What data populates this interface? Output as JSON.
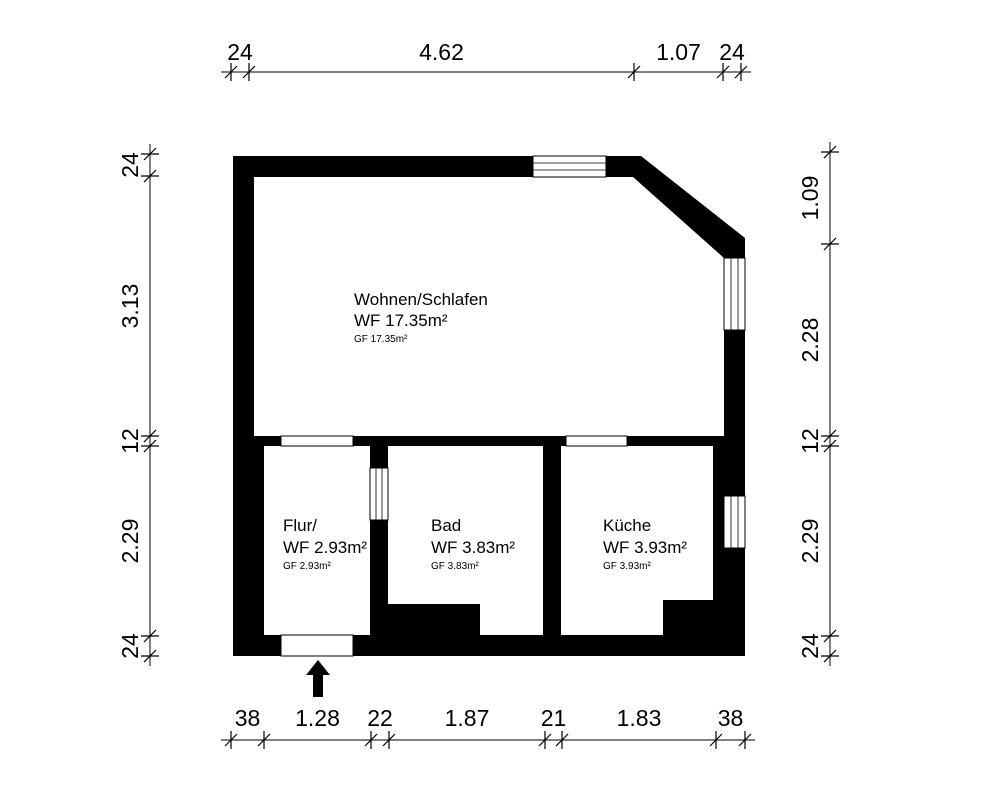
{
  "dimensions": {
    "top": [
      "24",
      "4.62",
      "1.07",
      "24"
    ],
    "bottom": [
      "38",
      "1.28",
      "22",
      "1.87",
      "21",
      "1.83",
      "38"
    ],
    "left": [
      "24",
      "3.13",
      "12",
      "2.29",
      "24"
    ],
    "right": [
      "1.09",
      "2.28",
      "12",
      "2.29",
      "24"
    ]
  },
  "rooms": {
    "wohnen": {
      "name": "Wohnen/Schlafen",
      "wf": "WF 17.35m²",
      "gf": "GF 17.35m²"
    },
    "flur": {
      "name": "Flur/",
      "wf": "WF 2.93m²",
      "gf": "GF 2.93m²"
    },
    "bad": {
      "name": "Bad",
      "wf": "WF 3.83m²",
      "gf": "GF 3.83m²"
    },
    "kueche": {
      "name": "Küche",
      "wf": "WF 3.93m²",
      "gf": "GF 3.93m²"
    }
  },
  "icons": {
    "entrance": "entrance-arrow-icon"
  },
  "colors": {
    "wall": "#000000",
    "background": "#ffffff"
  }
}
